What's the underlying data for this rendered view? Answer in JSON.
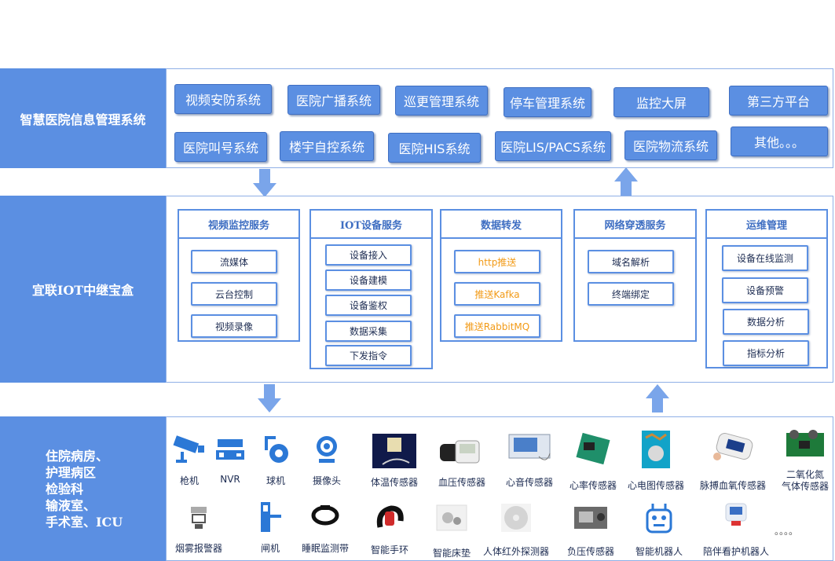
{
  "layers": {
    "top": {
      "title": "智慧医院信息管理系统"
    },
    "middle": {
      "title": "宜联IOT中继宝盒"
    },
    "bottom": {
      "title": "住院病房、\n护理病区\n检验科\n输液室、\n手术室、ICU"
    }
  },
  "systems": [
    "视频安防系统",
    "医院广播系统",
    "巡更管理系统",
    "停车管理系统",
    "监控大屏",
    "第三方平台",
    "医院叫号系统",
    "楼宇自控系统",
    "医院HIS系统",
    "医院LIS/PACS系统",
    "医院物流系统",
    "其他。。。"
  ],
  "services": [
    {
      "title": "视频监控服务",
      "items": [
        "流媒体",
        "云台控制",
        "视频录像"
      ]
    },
    {
      "title": "IOT设备服务",
      "items": [
        "设备接入",
        "设备建模",
        "设备鉴权",
        "数据采集",
        "下发指令"
      ]
    },
    {
      "title": "数据转发",
      "items": [
        "http推送",
        "推送Kafka",
        "推送RabbitMQ"
      ]
    },
    {
      "title": "网络穿透服务",
      "items": [
        "域名解析",
        "终端绑定"
      ]
    },
    {
      "title": "运维管理",
      "items": [
        "设备在线监测",
        "设备预警",
        "数据分析",
        "指标分析"
      ]
    }
  ],
  "devices": [
    {
      "label": "枪机",
      "icon": "bullet-camera-icon"
    },
    {
      "label": "NVR",
      "icon": "nvr-icon"
    },
    {
      "label": "球机",
      "icon": "dome-camera-icon"
    },
    {
      "label": "摄像头",
      "icon": "webcam-icon"
    },
    {
      "label": "体温传感器",
      "icon": "temperature-sensor-icon"
    },
    {
      "label": "血压传感器",
      "icon": "blood-pressure-sensor-icon"
    },
    {
      "label": "心音传感器",
      "icon": "heart-sound-sensor-icon"
    },
    {
      "label": "心率传感器",
      "icon": "heart-rate-sensor-icon"
    },
    {
      "label": "心电图传感器",
      "icon": "ecg-sensor-icon"
    },
    {
      "label": "脉搏血氧传感器",
      "icon": "pulse-oximeter-icon"
    },
    {
      "label": "二氧化氮\n气体传感器",
      "icon": "no2-gas-sensor-icon"
    },
    {
      "label": "烟雾报警器",
      "icon": "smoke-alarm-icon"
    },
    {
      "label": "闸机",
      "icon": "gate-icon"
    },
    {
      "label": "睡眠监测带",
      "icon": "sleep-band-icon"
    },
    {
      "label": "智能手环",
      "icon": "smart-band-icon"
    },
    {
      "label": "智能床垫",
      "icon": "smart-mattress-icon"
    },
    {
      "label": "人体红外探测器",
      "icon": "infrared-detector-icon"
    },
    {
      "label": "负压传感器",
      "icon": "pressure-sensor-icon"
    },
    {
      "label": "智能机器人",
      "icon": "robot-icon"
    },
    {
      "label": "陪伴看护机器人",
      "icon": "care-robot-icon"
    },
    {
      "label": "。。。。",
      "icon": ""
    }
  ],
  "colors": {
    "primary": "#5b8fe2",
    "border": "#3e6ec2",
    "text": "#1d2c52",
    "orange": "#f29a16"
  }
}
